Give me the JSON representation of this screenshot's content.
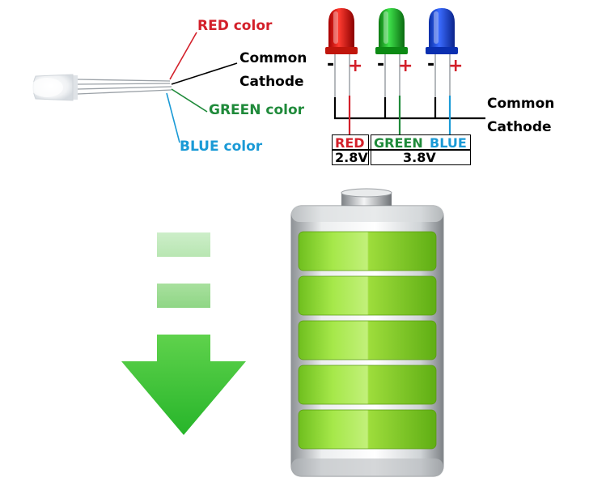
{
  "labels": {
    "red": "RED color",
    "common_cathode_1": "Common",
    "common_cathode_1b": "Cathode",
    "green": "GREEN color",
    "blue": "BLUE color",
    "common_cathode_2": "Common",
    "common_cathode_2b": "Cathode"
  },
  "leds": {
    "minus": "-",
    "plus": "+"
  },
  "voltage_table": {
    "red": "RED",
    "red_v": "2.8V",
    "green": "GREEN",
    "blue": "BLUE",
    "green_blue_v": "3.8V"
  },
  "colors": {
    "red": "#d3202a",
    "green": "#1f8a3a",
    "blue": "#1a9ad6",
    "black": "#000000",
    "battery_green": "#8fd42a",
    "arrow_green": "#3fc23a"
  },
  "battery": {
    "level": 1.0,
    "segments": 5
  }
}
